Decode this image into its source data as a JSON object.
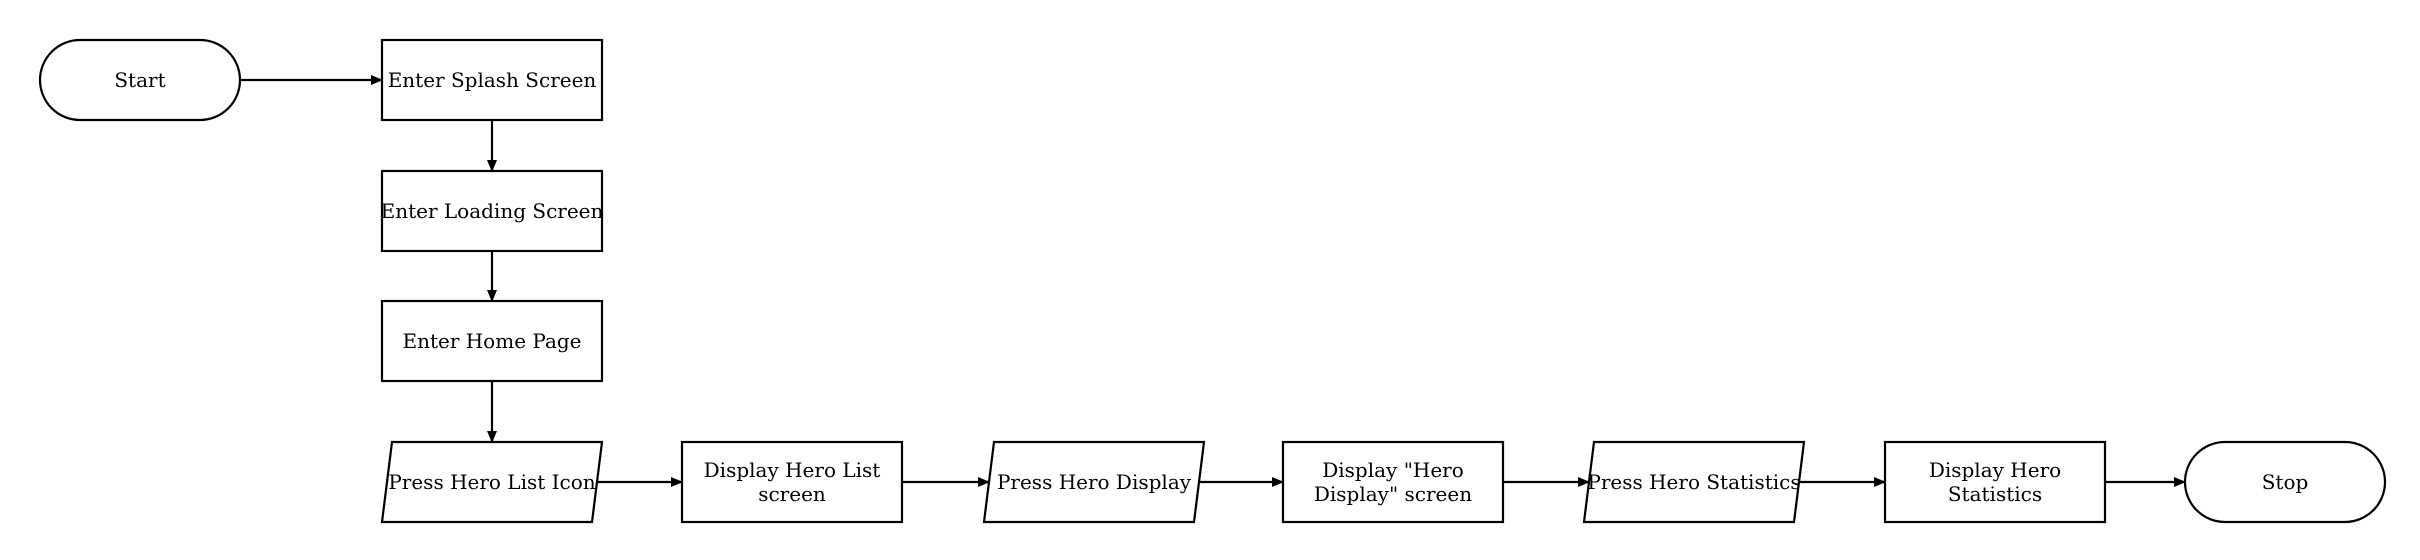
{
  "nodes": {
    "start": {
      "shape": "terminal",
      "lines": [
        "Start"
      ]
    },
    "splash": {
      "shape": "process",
      "lines": [
        "Enter Splash Screen"
      ]
    },
    "loading": {
      "shape": "process",
      "lines": [
        "Enter  Loading Screen"
      ]
    },
    "home": {
      "shape": "process",
      "lines": [
        "Enter   Home Page"
      ]
    },
    "press_list": {
      "shape": "input-output",
      "lines": [
        "Press Hero List Icon"
      ]
    },
    "disp_list": {
      "shape": "process",
      "lines": [
        "Display Hero List",
        "screen"
      ]
    },
    "press_disp": {
      "shape": "input-output",
      "lines": [
        "Press Hero Display"
      ]
    },
    "disp_disp": {
      "shape": "process",
      "lines": [
        "Display \"Hero",
        "Display\" screen"
      ]
    },
    "press_stats": {
      "shape": "input-output",
      "lines": [
        "Press Hero Statistics"
      ]
    },
    "disp_stats": {
      "shape": "process",
      "lines": [
        "Display Hero",
        "Statistics"
      ]
    },
    "stop": {
      "shape": "terminal",
      "lines": [
        "Stop"
      ]
    }
  },
  "edges": [
    [
      "start",
      "splash"
    ],
    [
      "splash",
      "loading"
    ],
    [
      "loading",
      "home"
    ],
    [
      "home",
      "press_list"
    ],
    [
      "press_list",
      "disp_list"
    ],
    [
      "disp_list",
      "press_disp"
    ],
    [
      "press_disp",
      "disp_disp"
    ],
    [
      "disp_disp",
      "press_stats"
    ],
    [
      "press_stats",
      "disp_stats"
    ],
    [
      "disp_stats",
      "stop"
    ]
  ]
}
